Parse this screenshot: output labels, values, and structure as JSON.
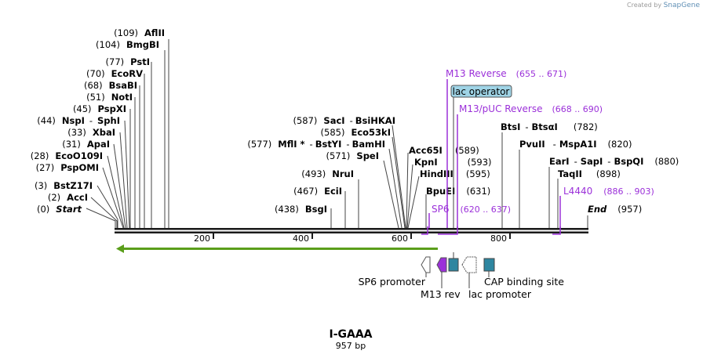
{
  "credit": {
    "prefix": "Created by",
    "brand": "SnapGene"
  },
  "map": {
    "title": "I-GAAA",
    "subtitle": "957 bp",
    "length": 957,
    "ticks": [
      200,
      400,
      600,
      800
    ],
    "colors": {
      "backbone": "#1a1a1a",
      "feature_label": "#9b30d9",
      "orf": "#5a9e1a",
      "lac_operator_fill": "#9fd4e6",
      "binding_site": "#2e86a0",
      "primer": "#9b30d9"
    }
  },
  "left_sites": [
    {
      "pos": "(109)",
      "name": "AflII"
    },
    {
      "pos": "(104)",
      "name": "BmgBI"
    },
    {
      "pos": "(77)",
      "name": "PstI"
    },
    {
      "pos": "(70)",
      "name": "EcoRV"
    },
    {
      "pos": "(68)",
      "name": "BsaBI"
    },
    {
      "pos": "(51)",
      "name": "NotI"
    },
    {
      "pos": "(45)",
      "name": "PspXI"
    },
    {
      "pos": "(44)",
      "name": "NspI",
      "name2": "SphI"
    },
    {
      "pos": "(33)",
      "name": "XbaI"
    },
    {
      "pos": "(31)",
      "name": "ApaI"
    },
    {
      "pos": "(28)",
      "name": "EcoO109I"
    },
    {
      "pos": "(27)",
      "name": "PspOMI"
    },
    {
      "pos": "(3)",
      "name": "BstZ17I"
    },
    {
      "pos": "(2)",
      "name": "AccI"
    },
    {
      "pos": "(0)",
      "name": "Start"
    }
  ],
  "mid_sites": [
    {
      "pos": "(587)",
      "name": "SacI",
      "name2": "BsiHKAI"
    },
    {
      "pos": "(585)",
      "name": "Eco53kI"
    },
    {
      "pos": "(577)",
      "name": "MflI *",
      "name2": "BstYI",
      "name3": "BamHI"
    },
    {
      "pos": "(571)",
      "name": "SpeI"
    },
    {
      "pos": "(493)",
      "name": "NruI"
    },
    {
      "pos": "(467)",
      "name": "EciI"
    },
    {
      "pos": "(438)",
      "name": "BsgI"
    }
  ],
  "right_sites": [
    {
      "name": "Acc65I",
      "pos": "(589)"
    },
    {
      "name": "KpnI",
      "pos": "(593)"
    },
    {
      "name": "HindIII",
      "pos": "(595)"
    },
    {
      "name": "BpuEI",
      "pos": "(631)"
    },
    {
      "name": "BtsI",
      "name2": "BtsαI",
      "pos": "(782)"
    },
    {
      "name": "PvuII",
      "name2": "MspA1I",
      "pos": "(820)"
    },
    {
      "name": "EarI",
      "name2": "SapI",
      "name3": "BspQI",
      "pos": "(880)"
    },
    {
      "name": "TaqII",
      "pos": "(898)"
    },
    {
      "name": "End",
      "pos": "(957)"
    }
  ],
  "primers": [
    {
      "name": "M13 Reverse",
      "range": "(655 .. 671)"
    },
    {
      "name": "M13/pUC Reverse",
      "range": "(668 .. 690)"
    },
    {
      "name": "L4440",
      "range": "(886 .. 903)"
    },
    {
      "name": "SP6",
      "range": "(620 .. 637)"
    }
  ],
  "lac_operator": {
    "label": "lac operator"
  },
  "features": {
    "sp6_promoter": "SP6 promoter",
    "m13_rev": "M13 rev",
    "lac_promoter": "lac promoter",
    "cap_binding_site": "CAP binding site"
  }
}
